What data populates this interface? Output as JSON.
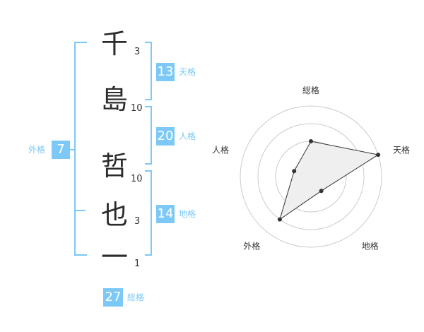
{
  "name_chars": [
    {
      "char": "千",
      "strokes": "3"
    },
    {
      "char": "島",
      "strokes": "10"
    },
    {
      "char": "哲",
      "strokes": "10"
    },
    {
      "char": "也",
      "strokes": "3"
    },
    {
      "char": "一",
      "strokes": "1"
    }
  ],
  "fortunes": {
    "tenkaku": {
      "value": "13",
      "label": "天格"
    },
    "jinkaku": {
      "value": "20",
      "label": "人格"
    },
    "chikaku": {
      "value": "14",
      "label": "地格"
    },
    "gaikaku": {
      "value": "7",
      "label": "外格"
    },
    "soukaku": {
      "value": "27",
      "label": "総格"
    }
  },
  "radar": {
    "axes": [
      "総格",
      "天格",
      "地格",
      "外格",
      "人格"
    ],
    "levels": 4,
    "values": [
      0.5,
      1.0,
      0.25,
      0.75,
      0.25
    ],
    "fill_color": "#efefef",
    "line_color": "#333333"
  },
  "colors": {
    "accent": "#7cc8f6"
  }
}
